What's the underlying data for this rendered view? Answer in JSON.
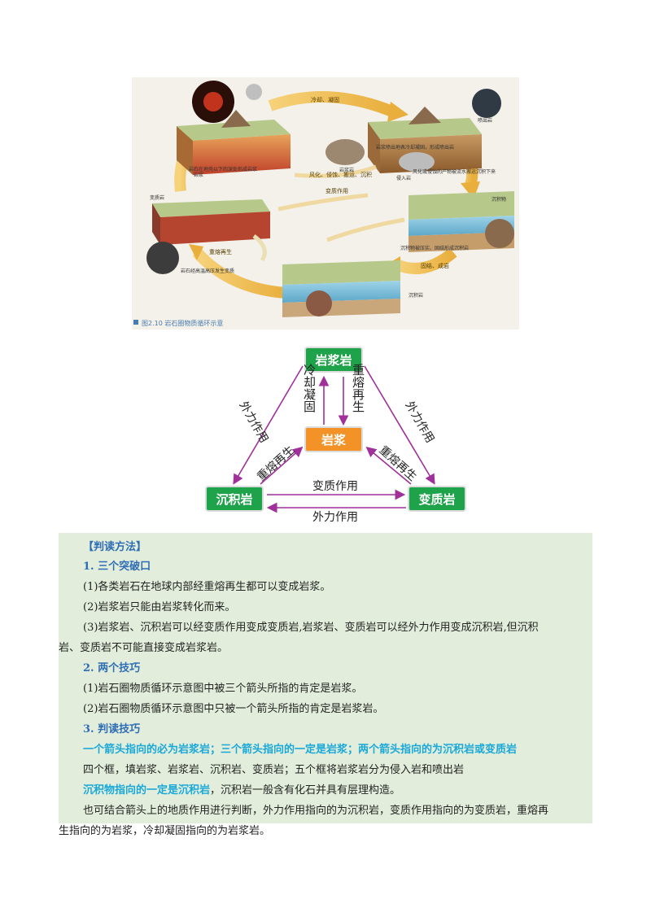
{
  "figure": {
    "caption": "图2.10  岩石圈物质循环示意",
    "labels": {
      "cool": "冷却、凝固",
      "magma": "岩浆",
      "intrusive": "侵入岩",
      "extrusive": "喷出岩",
      "weathering": "风化、侵蚀、搬运、沉积",
      "metamorphism": "变质作用",
      "remelt": "重熔再生",
      "metamorphic_rock": "变质岩",
      "sediment": "沉积物",
      "sedimentary_rock": "沉积岩",
      "lithify": "固结、成岩",
      "magmatic_rock": "岩浆岩",
      "note_top": "岩浆喷出地表冷却凝固，形成喷出岩",
      "note_right": "风化或侵蚀的产物被流水搬运沉积下来",
      "note_bottom": "沉积物被压实、固结形成沉积岩",
      "note_left": "岩石在地壳以下的深处形成岩浆",
      "note_meta": "岩石经高温高压发生变质"
    }
  },
  "cycle": {
    "nodes": {
      "igneous": "岩浆岩",
      "magma": "岩浆",
      "sedimentary": "沉积岩",
      "metamorphic": "变质岩"
    },
    "edges": {
      "cool": "冷却凝固",
      "remelt_top": "重熔再生",
      "left_external": "外力作用",
      "right_external": "外力作用",
      "left_remelt": "重熔再生",
      "right_remelt": "重熔再生",
      "metamorphism": "变质作用",
      "bottom_external": "外力作用"
    },
    "colors": {
      "green": "#1ea24a",
      "orange": "#f39227",
      "arrow": "#a0309a"
    }
  },
  "method": {
    "title": "【判读方法】",
    "s1": "1. 三个突破口",
    "p1": "(1)各类岩石在地球内部经重熔再生都可以变成岩浆。",
    "p2": "(2)岩浆岩只能由岩浆转化而来。",
    "p3a": "(3)岩浆岩、沉积岩可以经变质作用变成变质岩,岩浆岩、变质岩可以经外力作用变成沉积岩,但沉积",
    "p3b": "岩、变质岩不可能直接变成岩浆岩。",
    "s2": "2. 两个技巧",
    "p4": "(1)岩石圈物质循环示意图中被三个箭头所指的肯定是岩浆。",
    "p5": "(2)岩石圈物质循环示意图中只被一个箭头所指的肯定是岩浆岩。",
    "s3": "3. 判读技巧",
    "hi1": "一个箭头指向的必为岩浆岩；三个箭头指向的一定是岩浆；两个箭头指向的为沉积岩或变质岩",
    "p6": "四个框，填岩浆、岩浆岩、沉积岩、变质岩；五个框将岩浆岩分为侵入岩和喷出岩",
    "hi2": "沉积物指向的一定是沉积岩",
    "p7": "，沉积岩一般含有化石并具有层理构造。",
    "p8a": "也可结合箭头上的地质作用进行判断，外力作用指向的为沉积岩，变质作用指向的为变质岩，重熔再",
    "p8b": "生指向的为岩浆，冷却凝固指向的为岩浆岩。"
  }
}
